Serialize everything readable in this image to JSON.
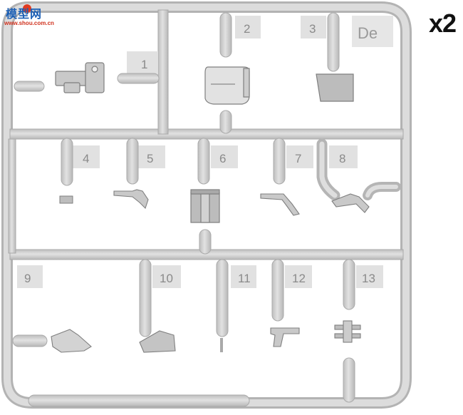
{
  "watermark": {
    "title": "模型网",
    "url": "www.shou.com.cn"
  },
  "multiplier": "x2",
  "sprue_code": "De",
  "part_numbers": [
    "1",
    "2",
    "3",
    "4",
    "5",
    "6",
    "7",
    "8",
    "9",
    "10",
    "11",
    "12",
    "13"
  ],
  "colors": {
    "plastic": "#d3d3d3",
    "plastic_edge": "#a9a9a9",
    "tag": "#e1e1e1",
    "watermark_blue": "#1c5fb5",
    "watermark_red": "#d0321e"
  }
}
